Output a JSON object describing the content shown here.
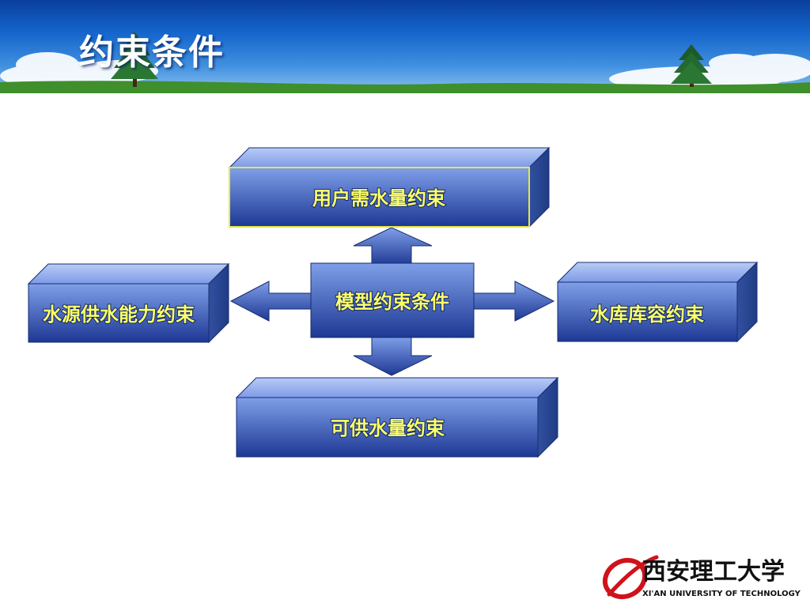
{
  "slide": {
    "title": "约束条件"
  },
  "diagram": {
    "top_box": "用户需水量约束",
    "left_box": "水源供水能力约束",
    "center_box": "模型约束条件",
    "right_box": "水库库容约束",
    "bottom_box": "可供水量约束"
  },
  "logo": {
    "name": "西安理工大学",
    "subtitle": "XI'AN UNIVERSITY OF TECHNOLOGY"
  },
  "colors": {
    "box_fill_top": "#7f9fe8",
    "box_fill_bottom": "#1d3894",
    "label_text": "#ffff66",
    "highlight_border": "#e6e64d",
    "logo_red": "#d0121b"
  }
}
